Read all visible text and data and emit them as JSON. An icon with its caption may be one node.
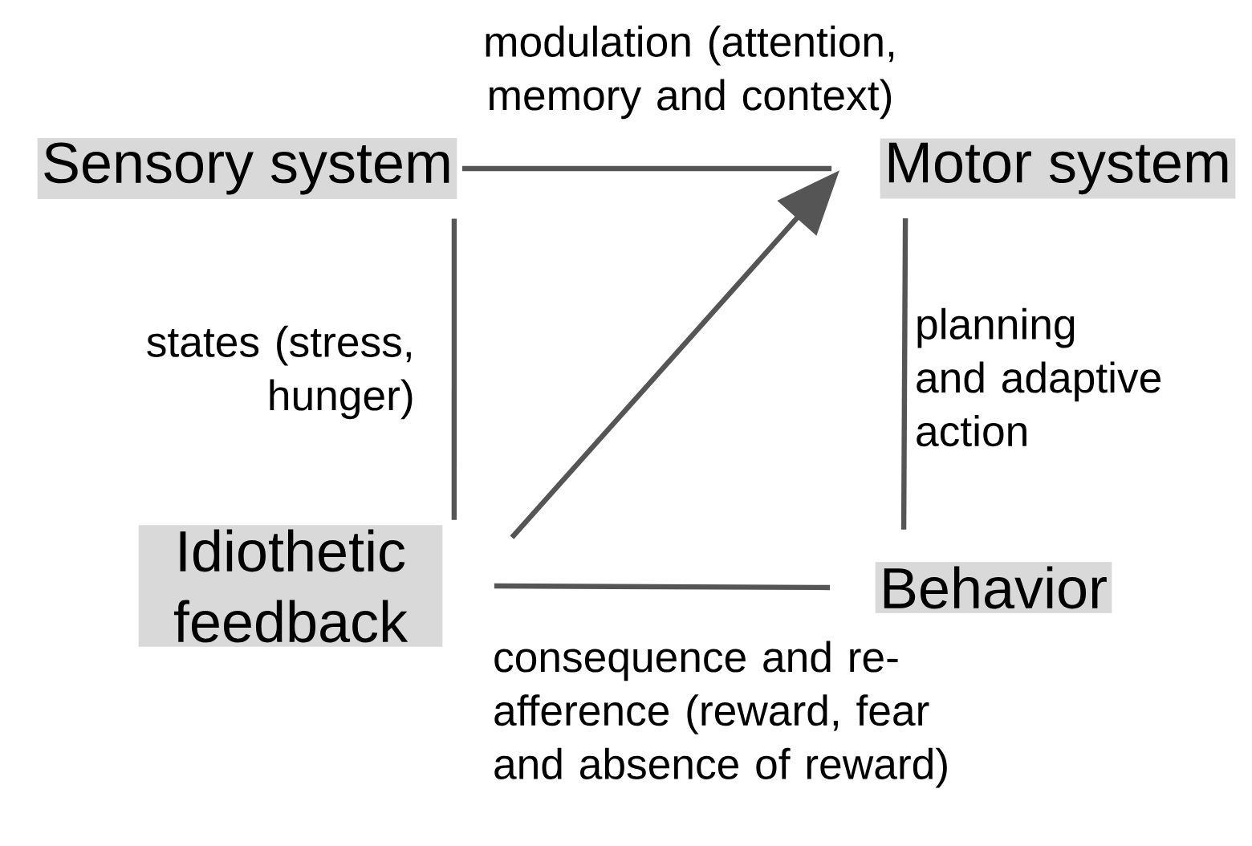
{
  "diagram": {
    "nodes": [
      {
        "text": [
          "Sensory system"
        ]
      },
      {
        "text": [
          "Motor system"
        ]
      },
      {
        "text": [
          "Idiothetic feedback"
        ]
      },
      {
        "text": [
          "Behavior"
        ]
      }
    ],
    "edges": [
      {
        "from": 0,
        "to": 1,
        "arrow": "none",
        "label": "modulation (attention, memory and context)"
      },
      {
        "from": 0,
        "to": 2,
        "arrow": "none",
        "label": "states (stress, hunger)"
      },
      {
        "from": 2,
        "to": 1,
        "arrow": "to"
      },
      {
        "from": 1,
        "to": 3,
        "arrow": "none",
        "label": "planning and adaptive action"
      },
      {
        "from": 2,
        "to": 3,
        "arrow": "none",
        "label": "consequence and re-afference (reward, fear and absence of reward)"
      }
    ]
  }
}
